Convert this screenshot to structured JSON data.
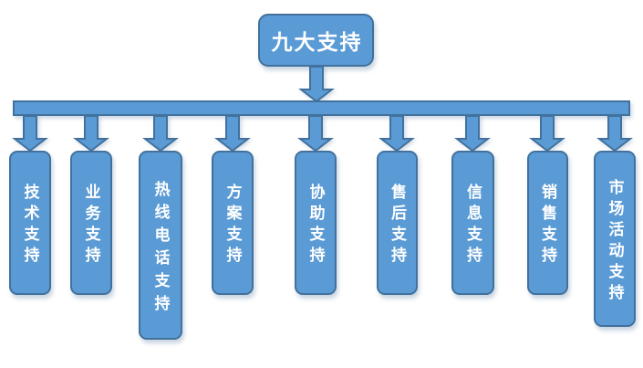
{
  "diagram": {
    "type": "hierarchy",
    "root": {
      "label": "九大支持"
    },
    "children": [
      {
        "label": "技术支持"
      },
      {
        "label": "业务支持"
      },
      {
        "label": "热线电话支持"
      },
      {
        "label": "方案支持"
      },
      {
        "label": "协助支持"
      },
      {
        "label": "售后支持"
      },
      {
        "label": "信息支持"
      },
      {
        "label": "销售支持"
      },
      {
        "label": "市场活动支持"
      }
    ],
    "colors": {
      "fill": "#5b9bd5",
      "border": "#41719c",
      "text": "#ffffff",
      "background": "#ffffff"
    }
  }
}
